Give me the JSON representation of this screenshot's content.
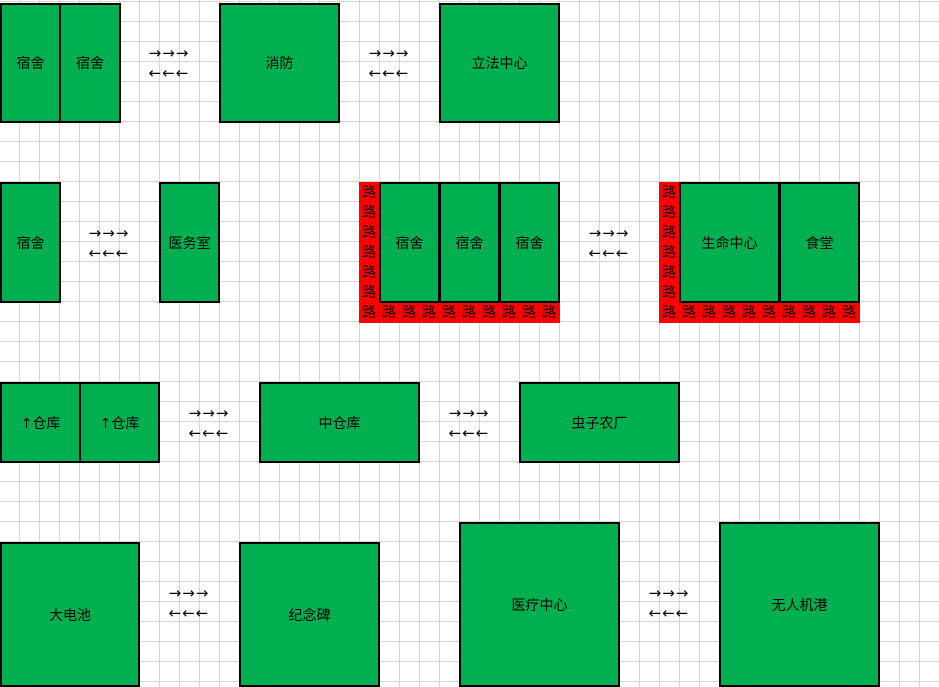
{
  "road_char": "路",
  "arrow_right": "→→→",
  "arrow_left": "←←←",
  "colors": {
    "room_fill": "#00b050",
    "road_fill": "#ff0000",
    "grid_line": "#d4d4d4"
  },
  "rooms": {
    "dorm_1": "宿舍",
    "dorm_2": "宿舍",
    "fire_station": "消防",
    "legislation_center": "立法中心",
    "dorm_3": "宿舍",
    "infirmary": "医务室",
    "dorm_4": "宿舍",
    "dorm_5": "宿舍",
    "dorm_6": "宿舍",
    "life_center": "生命中心",
    "canteen": "食堂",
    "storage_1": "↑仓库",
    "storage_2": "↑仓库",
    "medium_storage": "中仓库",
    "bug_farm": "虫子农厂",
    "big_battery": "大电池",
    "monument": "纪念碑",
    "medical_center": "医疗中心",
    "drone_port": "无人机港"
  }
}
